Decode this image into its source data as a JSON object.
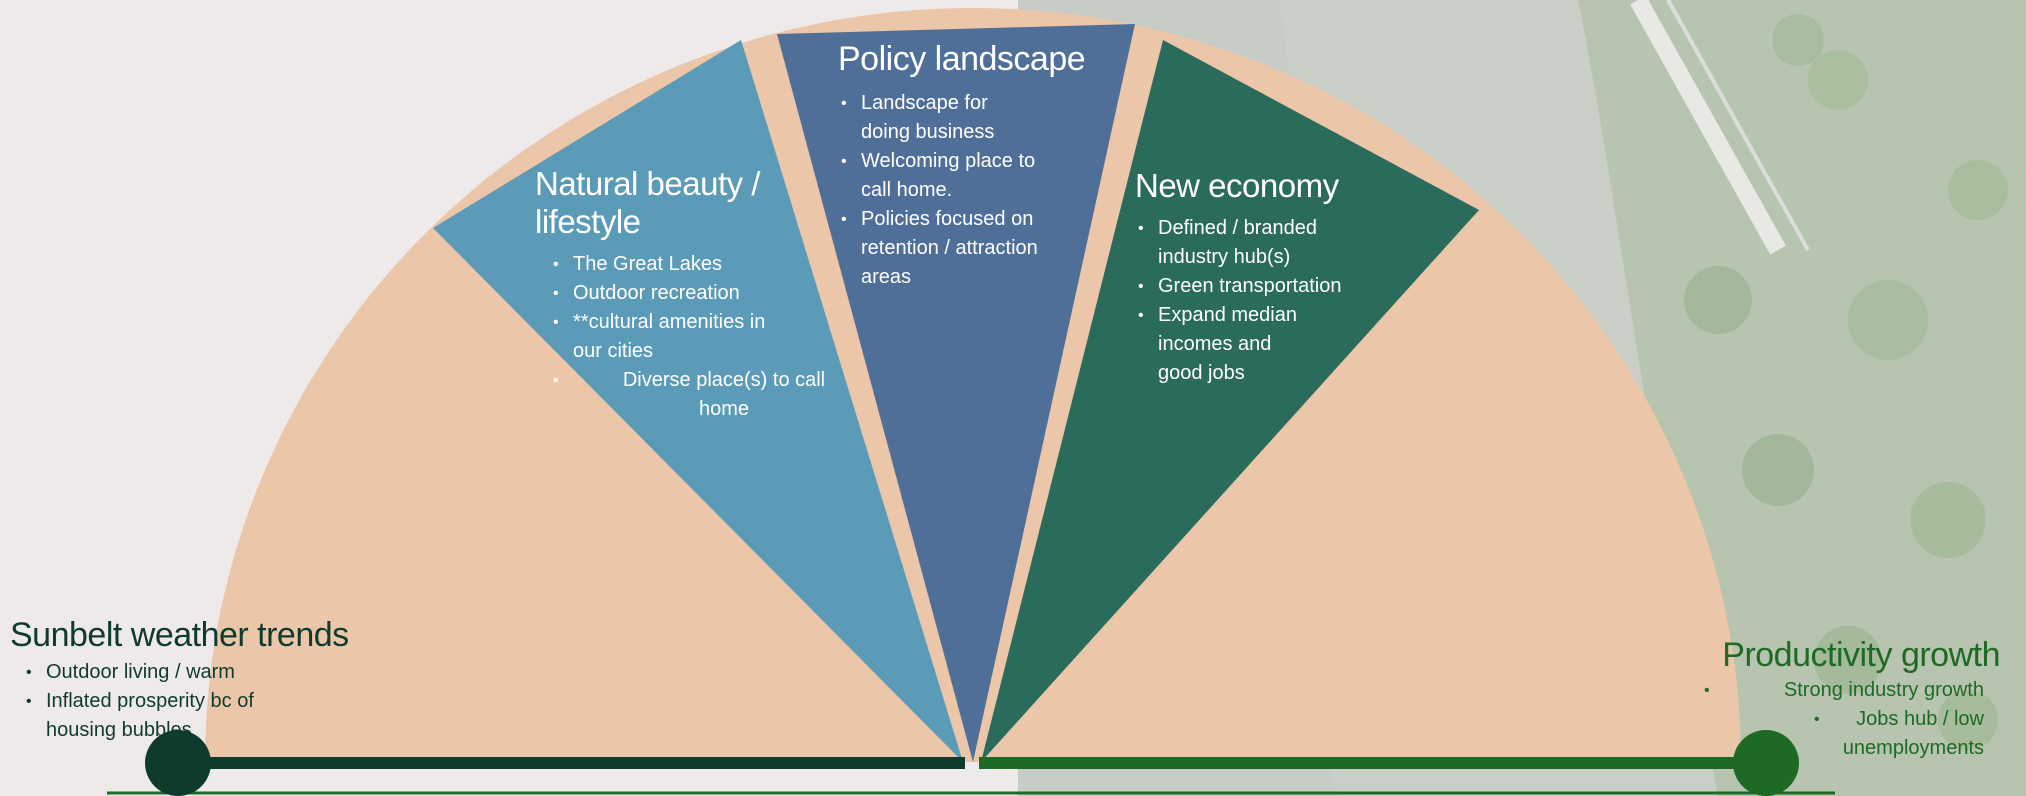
{
  "colors": {
    "page_bg": "#efeaea",
    "fan_bg": "#ecc6a8",
    "natural_beauty": "#5b9bb7",
    "policy": "#4f6f98",
    "new_economy": "#2a6b5c",
    "left_axis": "#0f3a2e",
    "right_axis": "#1e6a24"
  },
  "segments": {
    "natural_beauty": {
      "title": "Natural beauty / lifestyle",
      "bullets": [
        "The Great Lakes",
        "Outdoor recreation",
        "**cultural amenities in our cities",
        "Diverse place(s) to call home"
      ]
    },
    "policy": {
      "title": "Policy landscape",
      "bullets": [
        "Landscape for doing business",
        "Welcoming place to call home.",
        "Policies focused on retention / attraction areas"
      ]
    },
    "new_economy": {
      "title": "New economy",
      "bullets": [
        "Defined / branded industry hub(s)",
        "Green transportation",
        "Expand median incomes and good jobs"
      ]
    }
  },
  "left_end": {
    "title": "Sunbelt weather trends",
    "bullets": [
      "Outdoor living / warm",
      "Inflated prosperity bc of housing bubbles"
    ]
  },
  "right_end": {
    "title": "Productivity growth",
    "bullets": [
      "Strong industry growth",
      "Jobs hub / low unemployments"
    ]
  }
}
